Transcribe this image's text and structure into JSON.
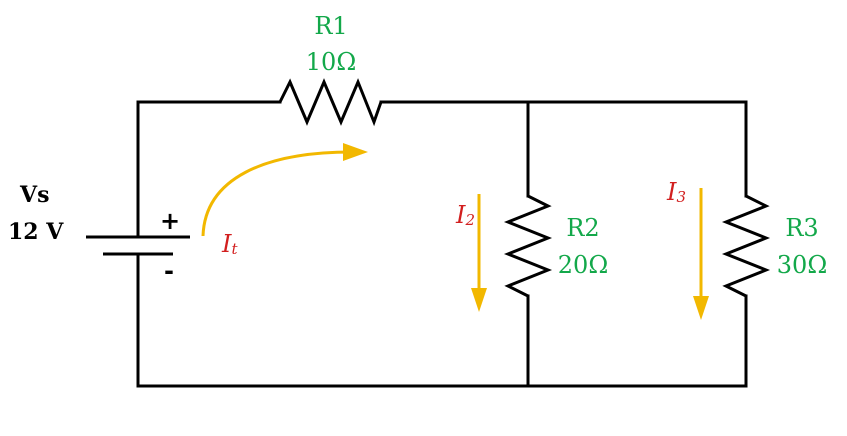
{
  "colors": {
    "wire": "#000000",
    "component_label": "#13a84a",
    "current_label": "#d21f1f",
    "current_arrow": "#f2b800"
  },
  "source": {
    "name": "Vs",
    "value": "12 V",
    "plus": "+",
    "minus": "-"
  },
  "resistors": {
    "r1": {
      "name": "R1",
      "value": "10Ω"
    },
    "r2": {
      "name": "R2",
      "value": "20Ω"
    },
    "r3": {
      "name": "R3",
      "value": "30Ω"
    }
  },
  "currents": {
    "total": {
      "symbol": "I",
      "subscript": "t"
    },
    "i2": {
      "symbol": "I",
      "subscript": "2"
    },
    "i3": {
      "symbol": "I",
      "subscript": "3"
    }
  }
}
